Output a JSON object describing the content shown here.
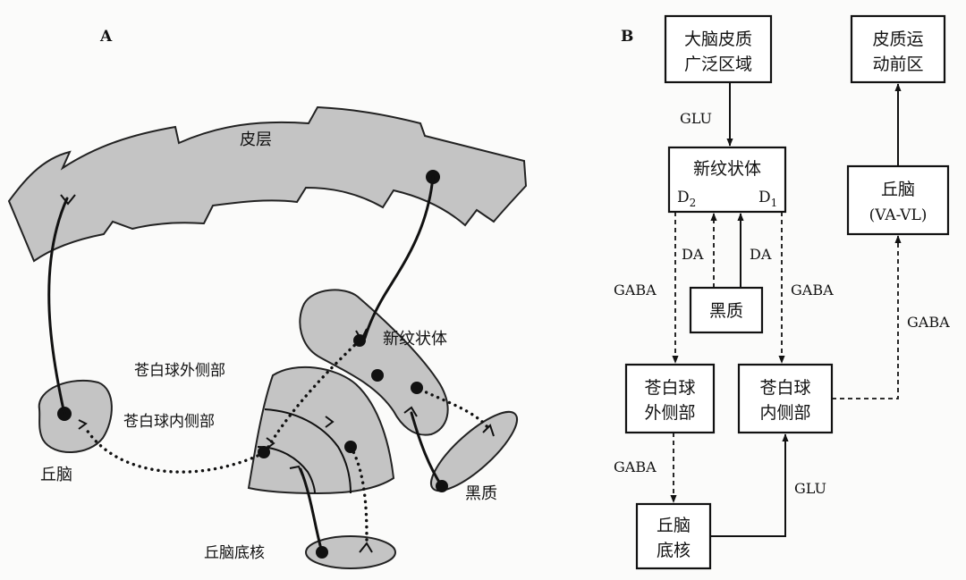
{
  "panel_a": {
    "label": "A",
    "regions": {
      "cortex": "皮层",
      "neostriatum": "新纹状体",
      "gp_external": "苍白球外侧部",
      "gp_internal": "苍白球内侧部",
      "thalamus": "丘脑",
      "substantia_nigra": "黑质",
      "subthalamic_nucleus": "丘脑底核"
    }
  },
  "panel_b": {
    "label": "B",
    "boxes": {
      "cortex_line1": "大脑皮质",
      "cortex_line2": "广泛区域",
      "premotor_line1": "皮质运",
      "premotor_line2": "动前区",
      "striatum": "新纹状体",
      "d2_main": "D",
      "d2_sub": "2",
      "d1_main": "D",
      "d1_sub": "1",
      "thalamus_line1": "丘脑",
      "thalamus_line2": "(VA-VL)",
      "nigra": "黑质",
      "gpe_line1": "苍白球",
      "gpe_line2": "外侧部",
      "gpi_line1": "苍白球",
      "gpi_line2": "内侧部",
      "stn_line1": "丘脑",
      "stn_line2": "底核"
    },
    "edges": {
      "cortex_to_striatum": "GLU",
      "nigra_to_d2": "DA",
      "nigra_to_d1": "DA",
      "striatum_to_gpe": "GABA",
      "striatum_to_gpi": "GABA",
      "gpi_to_thalamus": "GABA",
      "gpe_to_stn": "GABA",
      "stn_to_gpi": "GLU"
    }
  },
  "colors": {
    "ink": "#111111",
    "region_fill": "#c4c4c4",
    "background": "#fbfbfa"
  }
}
